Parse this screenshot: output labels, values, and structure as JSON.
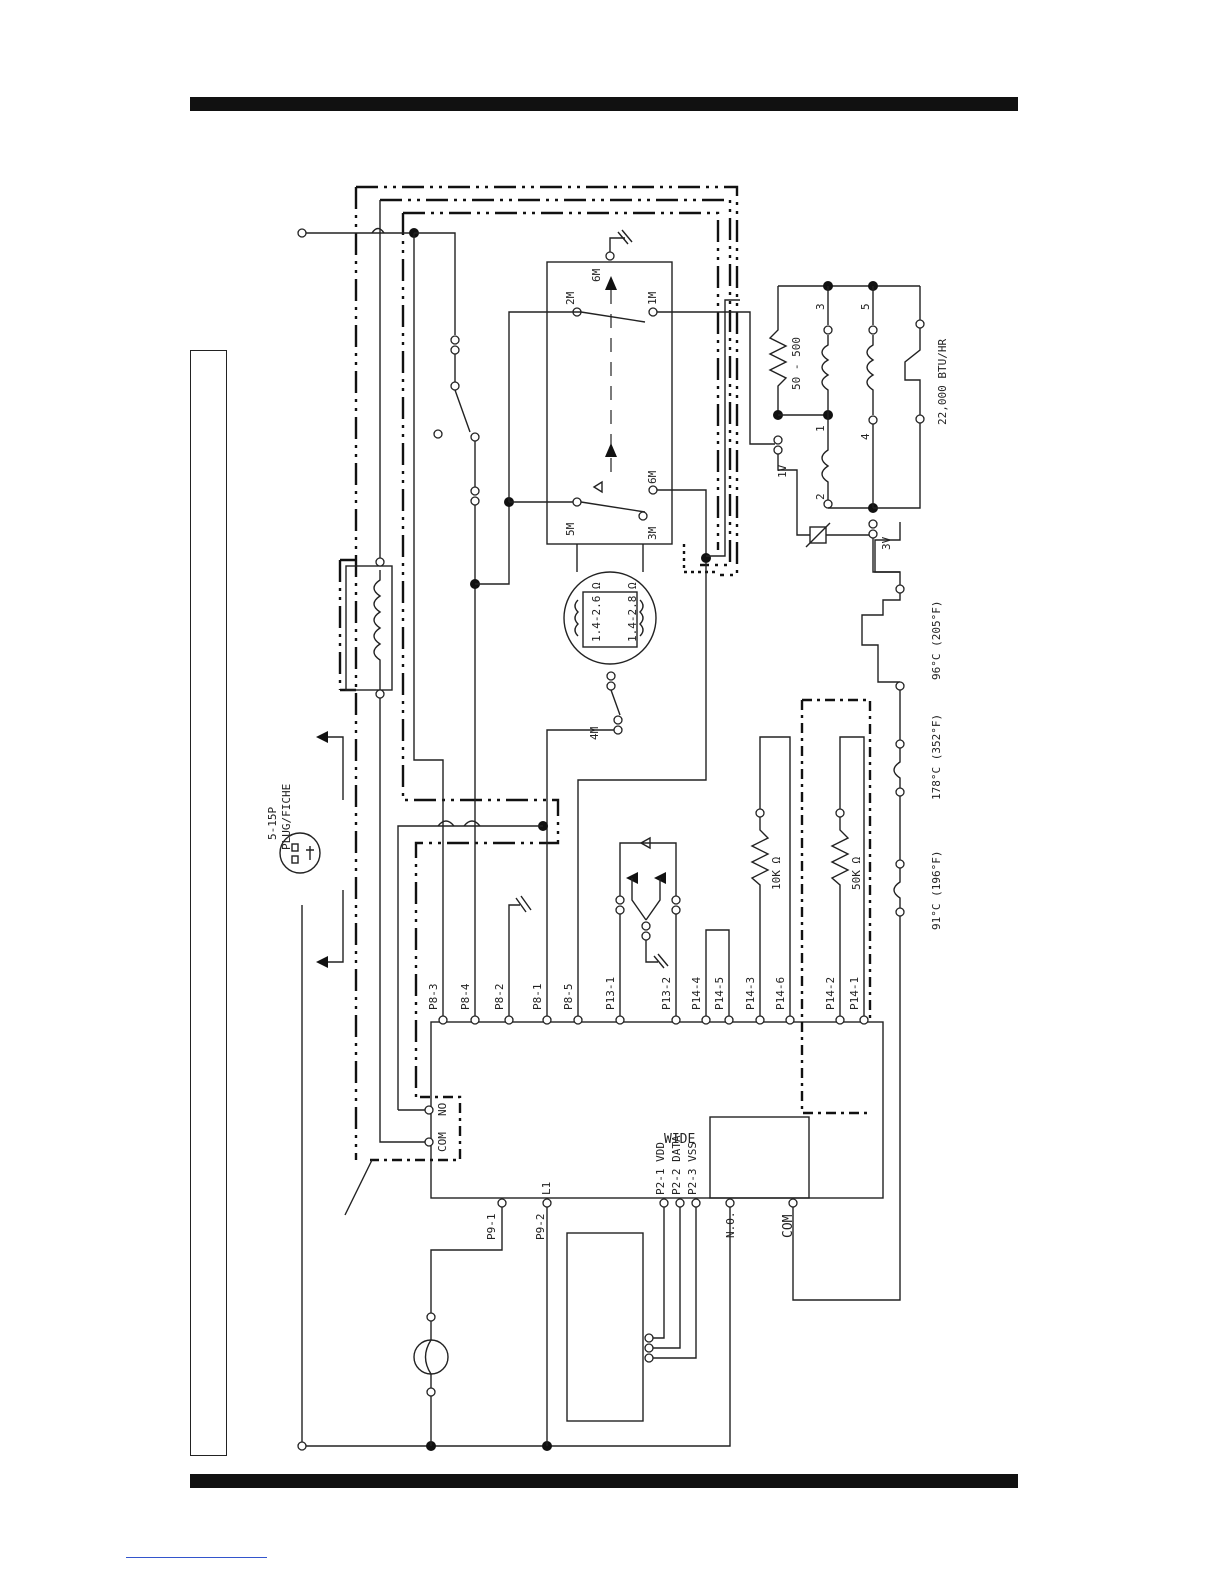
{
  "connectors": {
    "p8": [
      "P8-3",
      "P8-4",
      "P8-2",
      "P8-1",
      "P8-5"
    ],
    "p13": [
      "P13-1",
      "P13-2"
    ],
    "p14": [
      "P14-4",
      "P14-5",
      "P14-3",
      "P14-6",
      "P14-2",
      "P14-1"
    ],
    "relay_no": "NO",
    "relay_com": "COM",
    "p9_1": "P9-1",
    "p9_2": "P9-2",
    "l1": "L1",
    "p2_1": "P2-1 VDD",
    "p2_2": "P2-2 DATA",
    "p2_3": "P2-3 VSS",
    "out_no": "N.O.",
    "out_com": "COM"
  },
  "board": {
    "label": "WIDE"
  },
  "plug": {
    "label_line1": "5-15P",
    "label_line2": "PLUG/FICHE"
  },
  "switch_terminals": {
    "t2m": "2M",
    "t1m": "1M",
    "t6m_top": "6M",
    "t5m": "5M",
    "t3m": "3M",
    "t6m": "6M"
  },
  "motor": {
    "winding1": "1.4-2.6 Ω",
    "winding2": "1.4-2.8 Ω",
    "terminal": "4M"
  },
  "resistors": {
    "r1": "10K Ω",
    "r2": "50K Ω",
    "r3": "50 - 500"
  },
  "thermostats": {
    "t1": "96°C (205°F)",
    "t2": "178°C (352°F)",
    "t3": "91°C (196°F)"
  },
  "heater": {
    "rating": "22,000 BTU/HR"
  },
  "transformer_pins": {
    "p1": "1",
    "p2": "2",
    "p3": "3",
    "p4": "4",
    "p5": "5",
    "v1": "1V",
    "v3": "3V"
  }
}
